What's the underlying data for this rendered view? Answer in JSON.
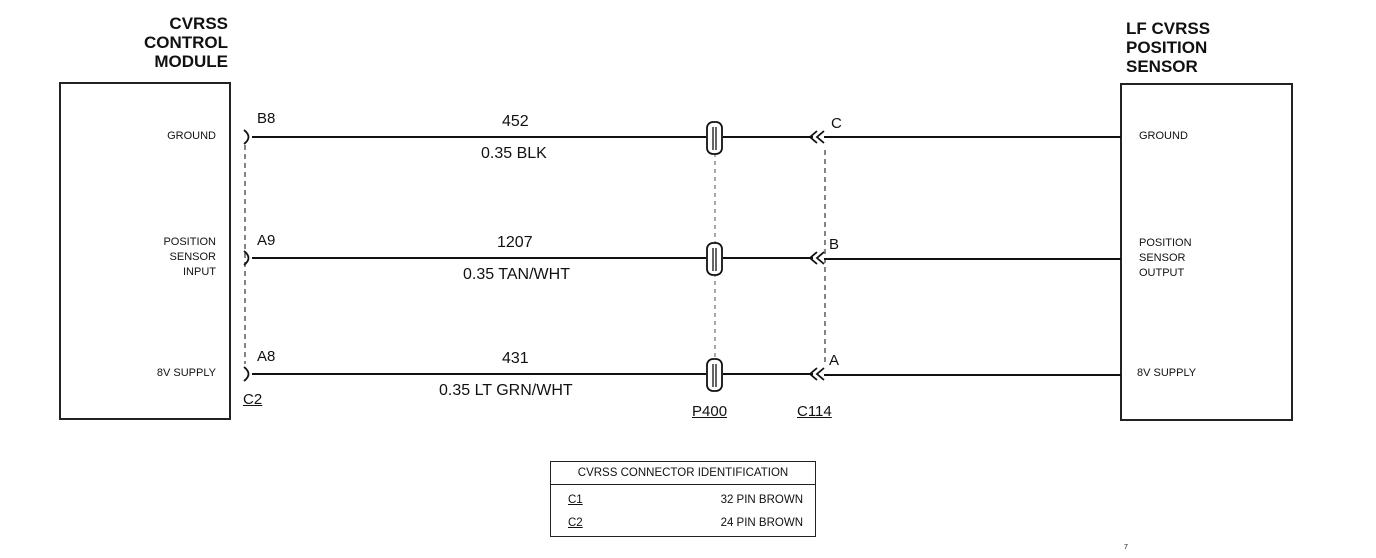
{
  "left_component": {
    "title": [
      "CVRSS",
      "CONTROL",
      "MODULE"
    ],
    "connector": "C2",
    "pins": [
      {
        "label": [
          "GROUND"
        ],
        "cavity": "B8"
      },
      {
        "label": [
          "POSITION",
          "SENSOR",
          "INPUT"
        ],
        "cavity": "A9"
      },
      {
        "label": [
          "8V SUPPLY"
        ],
        "cavity": "A8"
      }
    ]
  },
  "right_component": {
    "title": [
      "LF CVRSS",
      "POSITION",
      "SENSOR"
    ],
    "connector": "C114",
    "pins": [
      {
        "label": [
          "GROUND"
        ],
        "cavity": "C"
      },
      {
        "label": [
          "POSITION",
          "SENSOR",
          "OUTPUT"
        ],
        "cavity": "B"
      },
      {
        "label": [
          "8V SUPPLY"
        ],
        "cavity": "A"
      }
    ]
  },
  "inline_connector": "P400",
  "wires": [
    {
      "circuit": "452",
      "spec": "0.35 BLK"
    },
    {
      "circuit": "1207",
      "spec": "0.35 TAN/WHT"
    },
    {
      "circuit": "431",
      "spec": "0.35 LT GRN/WHT"
    }
  ],
  "connector_table": {
    "title": "CVRSS CONNECTOR IDENTIFICATION",
    "rows": [
      {
        "id": "C1",
        "description": "32 PIN BROWN"
      },
      {
        "id": "C2",
        "description": "24 PIN BROWN"
      }
    ]
  },
  "page_mark": "7"
}
